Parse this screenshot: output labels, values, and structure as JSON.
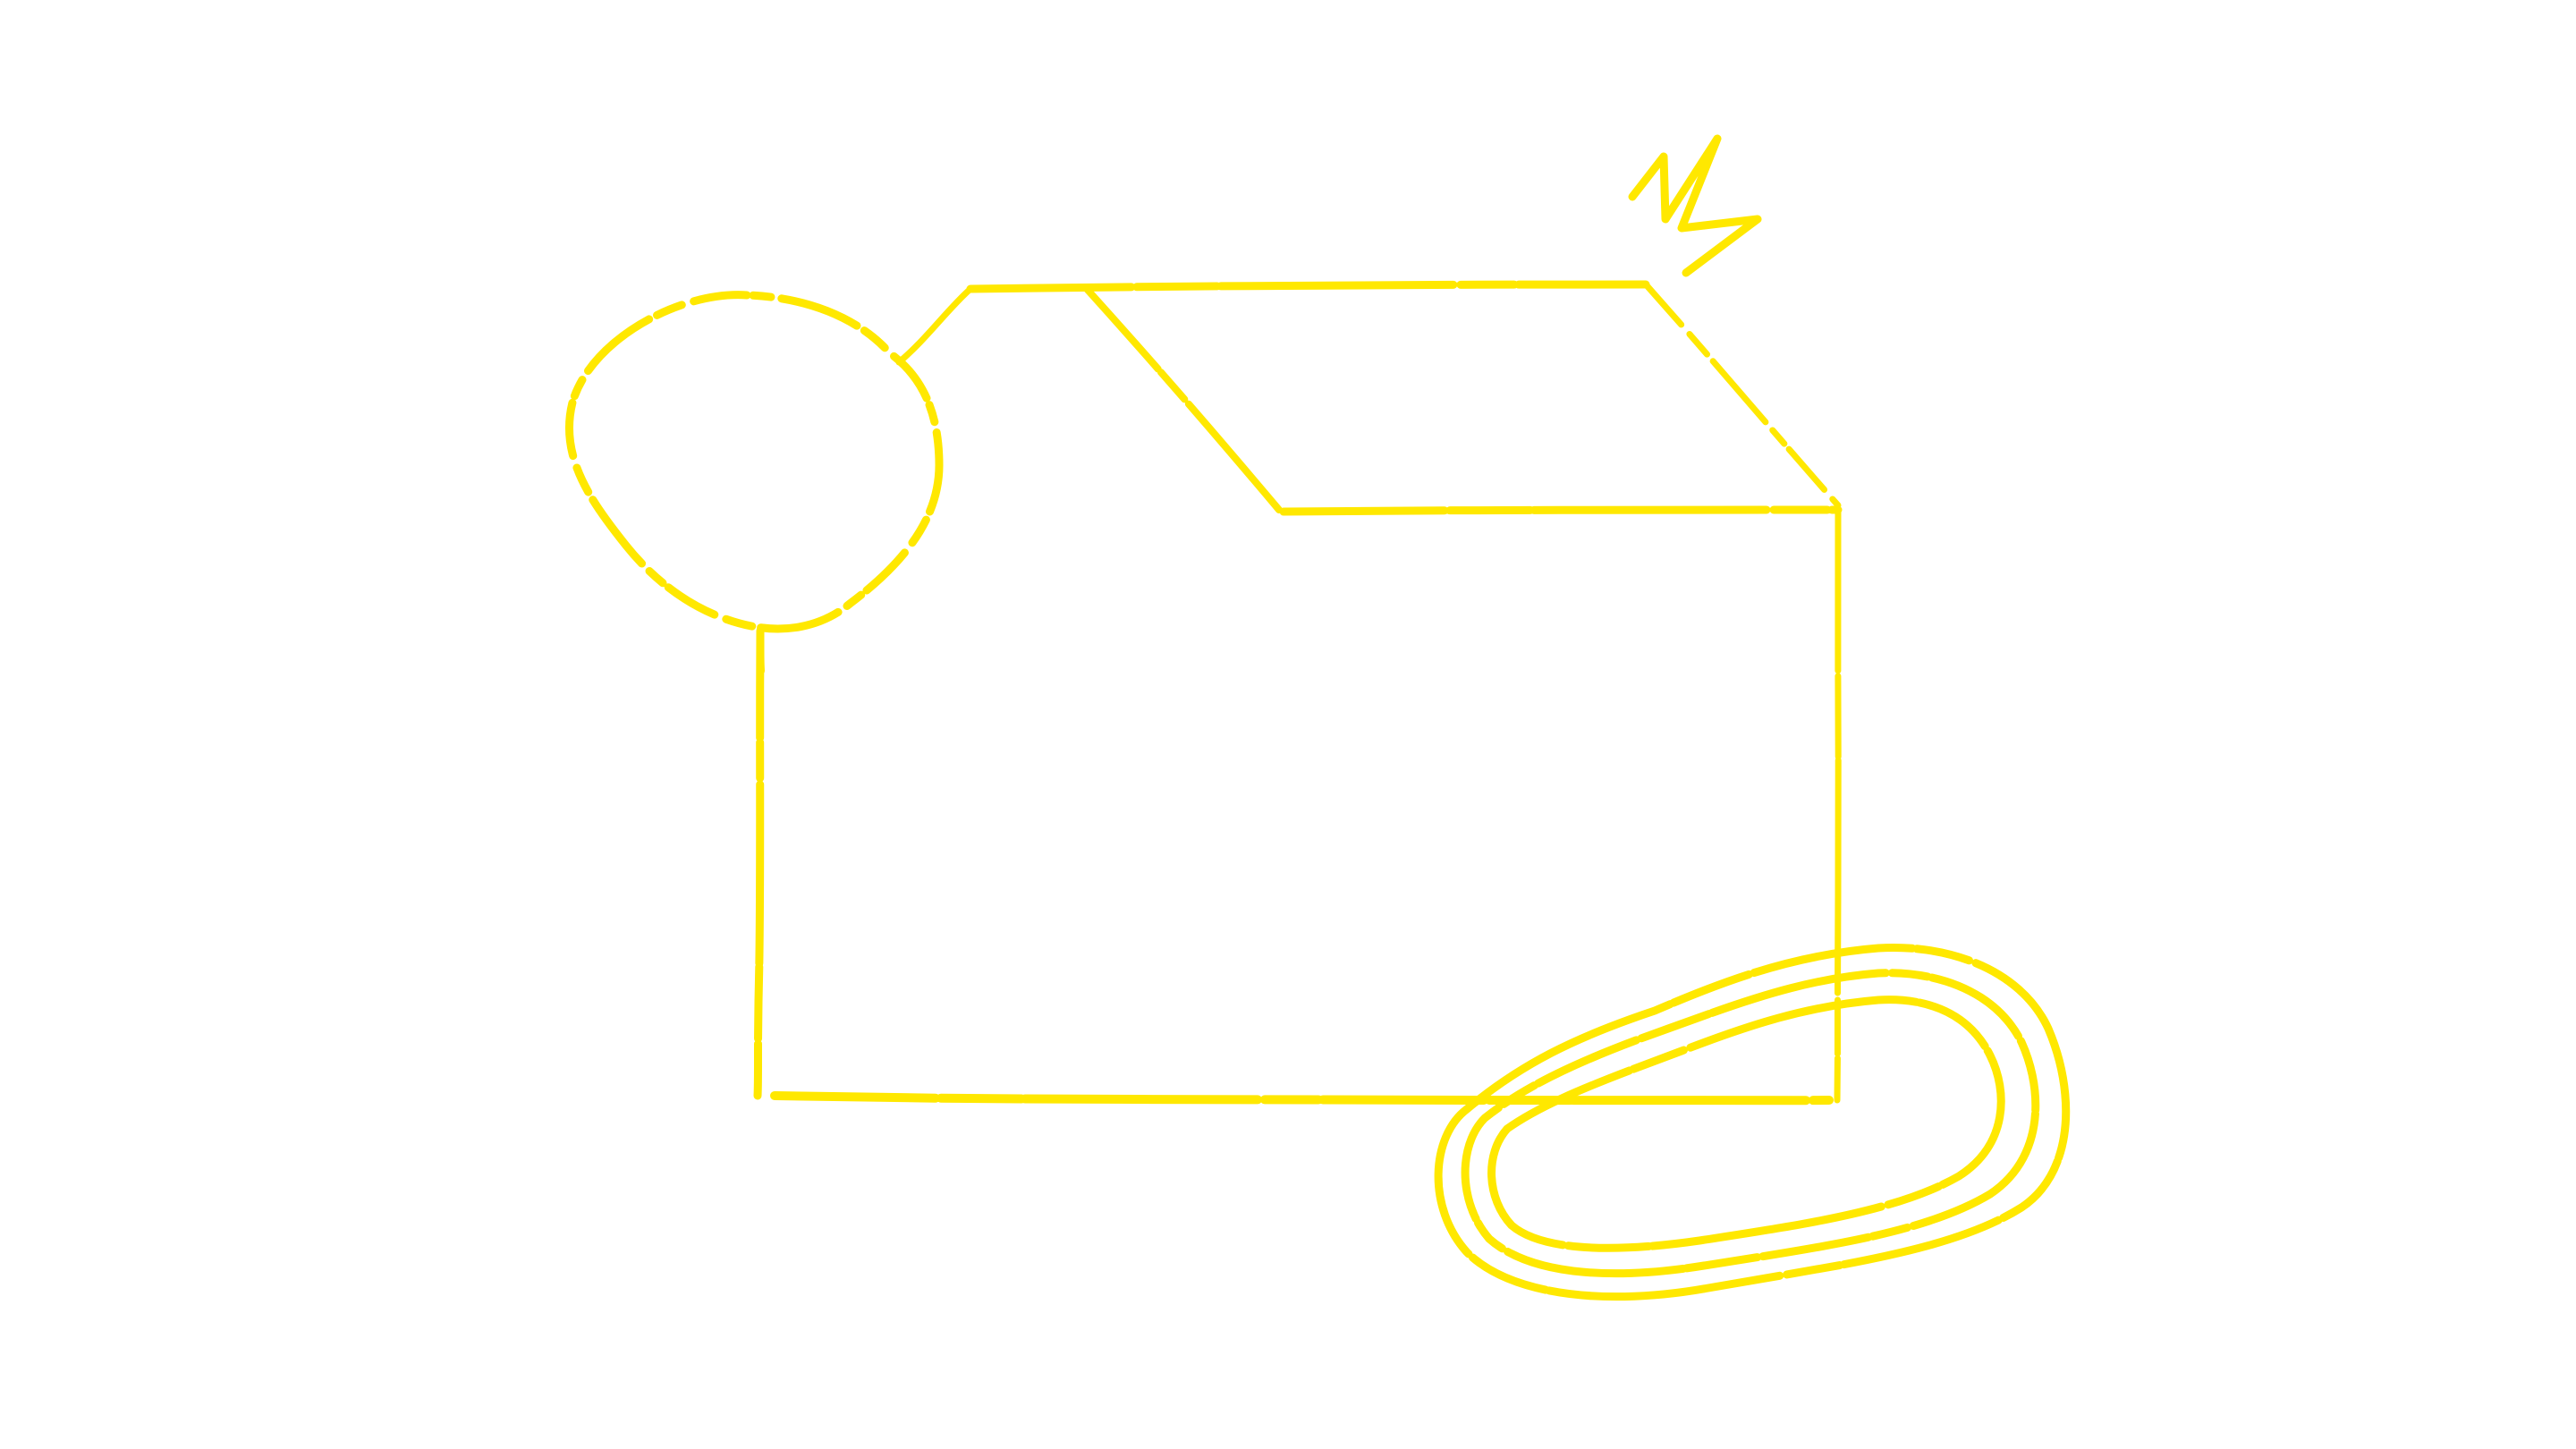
{
  "colors": {
    "background": "#ffffff",
    "stroke": "#ffe800"
  },
  "elements": {
    "box": "open-box-sketch",
    "balloon": "balloon-sketch",
    "spark": "lightning-spark-sketch",
    "coil": "coiled-loop-sketch"
  }
}
